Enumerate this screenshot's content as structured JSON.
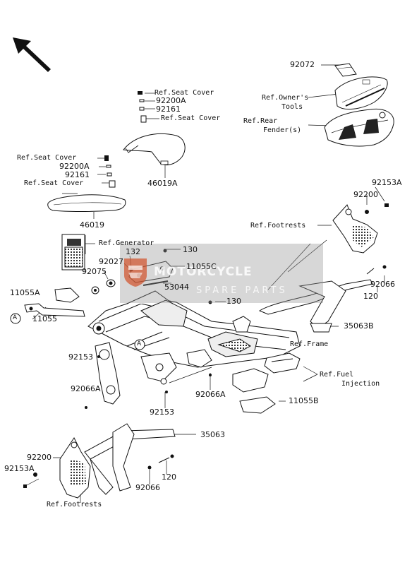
{
  "diagram": {
    "watermark": {
      "line1": "MOTORCYCLE",
      "line2": "SPARE PARTS"
    },
    "ref_marker": "A",
    "labels": {
      "l92072": "92072",
      "ref_owners_tools_1": "Ref.Owner's",
      "ref_owners_tools_2": "Tools",
      "ref_rear_fender_1": "Ref.Rear",
      "ref_rear_fender_2": "Fender(s)",
      "ref_seat_cover_a": "Ref.Seat Cover",
      "l92200a_top": "92200A",
      "l92161_top": "92161",
      "ref_seat_cover_b": "Ref.Seat Cover",
      "l46019a": "46019A",
      "ref_seat_cover_c": "Ref.Seat Cover",
      "l92200a_left": "92200A",
      "l92161_left": "92161",
      "ref_seat_cover_d": "Ref.Seat Cover",
      "l46019": "46019",
      "ref_generator": "Ref.Generator",
      "l132": "132",
      "l130_top": "130",
      "l92027": "92027",
      "l11055c": "11055C",
      "l92075": "92075",
      "l53044": "53044",
      "l11055a": "11055A",
      "l130_mid": "130",
      "l11055": "11055",
      "l92153a_right": "92153A",
      "l92200_right": "92200",
      "ref_footrests_right": "Ref.Footrests",
      "l92066_right": "92066",
      "l120_right": "120",
      "l35063b": "35063B",
      "ref_frame": "Ref.Frame",
      "ref_fuel_1": "Ref.Fuel",
      "ref_fuel_2": "Injection",
      "l92153_a": "92153",
      "l92066a_left": "92066A",
      "l92066a_mid": "92066A",
      "l11055b": "11055B",
      "l92153_b": "92153",
      "l35063": "35063",
      "l92200_left": "92200",
      "l92153a_left": "92153A",
      "l120_left": "120",
      "l92066_left": "92066",
      "ref_footrests_left": "Ref.Footrests"
    }
  }
}
